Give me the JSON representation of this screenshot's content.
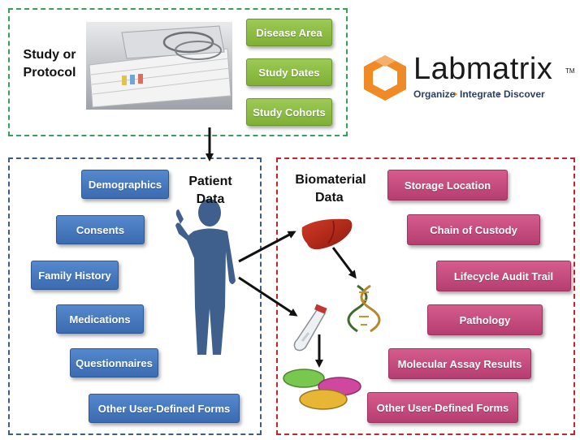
{
  "study": {
    "title_line1": "Study or",
    "title_line2": "Protocol",
    "tags": [
      "Disease Area",
      "Study Dates",
      "Study Cohorts"
    ]
  },
  "logo": {
    "name": "Labmatrix",
    "tm": "TM",
    "tagline_1": "Organize",
    "tagline_2": "Integrate",
    "tagline_3": "Discover"
  },
  "patient": {
    "title_line1": "Patient",
    "title_line2": "Data",
    "tags": [
      "Demographics",
      "Consents",
      "Family History",
      "Medications",
      "Questionnaires",
      "Other User-Defined Forms"
    ]
  },
  "biomaterial": {
    "title_line1": "Biomaterial",
    "title_line2": "Data",
    "tags": [
      "Storage Location",
      "Chain of Custody",
      "Lifecycle Audit Trail",
      "Pathology",
      "Molecular Assay Results",
      "Other User-Defined Forms"
    ]
  },
  "colors": {
    "green_tag": "#8cbf45",
    "blue_tag": "#4a7cc0",
    "pink_tag": "#c44c7e",
    "logo_orange": "#f08a24",
    "study_border": "#3a9e5c",
    "patient_border": "#3b5f86",
    "bio_border": "#c4242b"
  }
}
